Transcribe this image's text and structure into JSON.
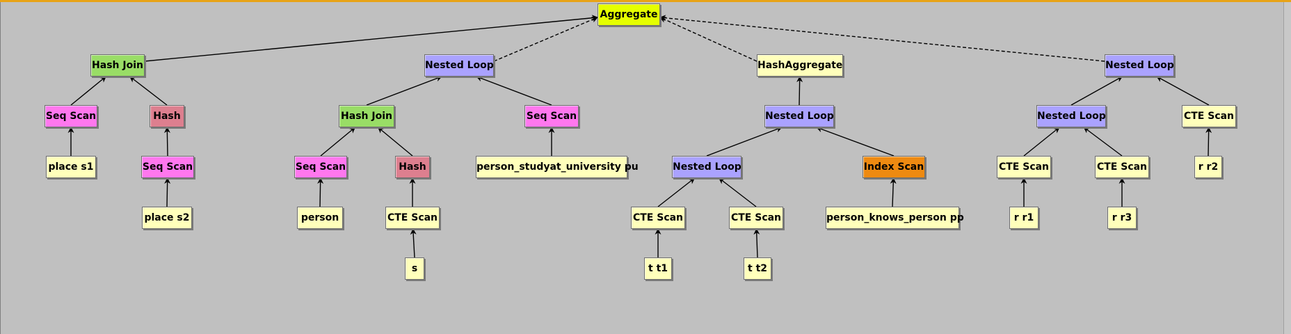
{
  "colors": {
    "aggregate": "#e5ff00",
    "hash_join": "#99dd66",
    "nested_loop": "#aaa2ff",
    "seq_scan": "#ff77ee",
    "hash": "#dd7f8f",
    "index_scan": "#ee8a11",
    "leaf": "#ffffbb",
    "hash_aggregate": "#ffffbb",
    "cte_scan": "#ffffbb"
  },
  "nodes": [
    {
      "id": "aggregate",
      "label": "Aggregate",
      "kind": "aggregate"
    },
    {
      "id": "hash-join-1",
      "label": "Hash Join",
      "kind": "hash_join"
    },
    {
      "id": "seq-scan-1",
      "label": "Seq Scan",
      "kind": "seq_scan"
    },
    {
      "id": "hash-1",
      "label": "Hash",
      "kind": "hash"
    },
    {
      "id": "place-s1",
      "label": "place s1",
      "kind": "leaf"
    },
    {
      "id": "seq-scan-2",
      "label": "Seq Scan",
      "kind": "seq_scan"
    },
    {
      "id": "place-s2",
      "label": "place s2",
      "kind": "leaf"
    },
    {
      "id": "nested-loop-1",
      "label": "Nested Loop",
      "kind": "nested_loop"
    },
    {
      "id": "hash-join-2",
      "label": "Hash Join",
      "kind": "hash_join"
    },
    {
      "id": "seq-scan-3",
      "label": "Seq Scan",
      "kind": "seq_scan"
    },
    {
      "id": "person",
      "label": "person",
      "kind": "leaf"
    },
    {
      "id": "hash-2",
      "label": "Hash",
      "kind": "hash"
    },
    {
      "id": "cte-scan-1",
      "label": "CTE Scan",
      "kind": "cte_scan"
    },
    {
      "id": "s",
      "label": "s",
      "kind": "leaf"
    },
    {
      "id": "seq-scan-4",
      "label": "Seq Scan",
      "kind": "seq_scan"
    },
    {
      "id": "person-studyat-university-pu",
      "label": "person_studyat_university pu",
      "kind": "leaf"
    },
    {
      "id": "hash-aggregate",
      "label": "HashAggregate",
      "kind": "hash_aggregate"
    },
    {
      "id": "nested-loop-2",
      "label": "Nested Loop",
      "kind": "nested_loop"
    },
    {
      "id": "nested-loop-3",
      "label": "Nested Loop",
      "kind": "nested_loop"
    },
    {
      "id": "cte-scan-2",
      "label": "CTE Scan",
      "kind": "cte_scan"
    },
    {
      "id": "t-t1",
      "label": "t t1",
      "kind": "leaf"
    },
    {
      "id": "cte-scan-3",
      "label": "CTE Scan",
      "kind": "cte_scan"
    },
    {
      "id": "t-t2",
      "label": "t t2",
      "kind": "leaf"
    },
    {
      "id": "index-scan",
      "label": "Index Scan",
      "kind": "index_scan"
    },
    {
      "id": "person-knows-person-pp",
      "label": "person_knows_person pp",
      "kind": "leaf"
    },
    {
      "id": "nested-loop-4",
      "label": "Nested Loop",
      "kind": "nested_loop"
    },
    {
      "id": "nested-loop-5",
      "label": "Nested Loop",
      "kind": "nested_loop"
    },
    {
      "id": "cte-scan-4",
      "label": "CTE Scan",
      "kind": "cte_scan"
    },
    {
      "id": "r-r1",
      "label": "r r1",
      "kind": "leaf"
    },
    {
      "id": "cte-scan-5",
      "label": "CTE Scan",
      "kind": "cte_scan"
    },
    {
      "id": "r-r3",
      "label": "r r3",
      "kind": "leaf"
    },
    {
      "id": "cte-scan-6",
      "label": "CTE Scan",
      "kind": "cte_scan"
    },
    {
      "id": "r-r2",
      "label": "r r2",
      "kind": "leaf"
    }
  ],
  "edges": [
    {
      "from": "hash-join-1",
      "to": "aggregate",
      "dashed": false
    },
    {
      "from": "nested-loop-1",
      "to": "aggregate",
      "dashed": true
    },
    {
      "from": "hash-aggregate",
      "to": "aggregate",
      "dashed": true
    },
    {
      "from": "nested-loop-4",
      "to": "aggregate",
      "dashed": true
    },
    {
      "from": "seq-scan-1",
      "to": "hash-join-1",
      "dashed": false
    },
    {
      "from": "hash-1",
      "to": "hash-join-1",
      "dashed": false
    },
    {
      "from": "place-s1",
      "to": "seq-scan-1",
      "dashed": false
    },
    {
      "from": "seq-scan-2",
      "to": "hash-1",
      "dashed": false
    },
    {
      "from": "place-s2",
      "to": "seq-scan-2",
      "dashed": false
    },
    {
      "from": "hash-join-2",
      "to": "nested-loop-1",
      "dashed": false
    },
    {
      "from": "seq-scan-4",
      "to": "nested-loop-1",
      "dashed": false
    },
    {
      "from": "seq-scan-3",
      "to": "hash-join-2",
      "dashed": false
    },
    {
      "from": "hash-2",
      "to": "hash-join-2",
      "dashed": false
    },
    {
      "from": "person",
      "to": "seq-scan-3",
      "dashed": false
    },
    {
      "from": "cte-scan-1",
      "to": "hash-2",
      "dashed": false
    },
    {
      "from": "s",
      "to": "cte-scan-1",
      "dashed": false
    },
    {
      "from": "person-studyat-university-pu",
      "to": "seq-scan-4",
      "dashed": false
    },
    {
      "from": "nested-loop-2",
      "to": "hash-aggregate",
      "dashed": false
    },
    {
      "from": "nested-loop-3",
      "to": "nested-loop-2",
      "dashed": false
    },
    {
      "from": "index-scan",
      "to": "nested-loop-2",
      "dashed": false
    },
    {
      "from": "cte-scan-2",
      "to": "nested-loop-3",
      "dashed": false
    },
    {
      "from": "cte-scan-3",
      "to": "nested-loop-3",
      "dashed": false
    },
    {
      "from": "t-t1",
      "to": "cte-scan-2",
      "dashed": false
    },
    {
      "from": "t-t2",
      "to": "cte-scan-3",
      "dashed": false
    },
    {
      "from": "person-knows-person-pp",
      "to": "index-scan",
      "dashed": false
    },
    {
      "from": "nested-loop-5",
      "to": "nested-loop-4",
      "dashed": false
    },
    {
      "from": "cte-scan-6",
      "to": "nested-loop-4",
      "dashed": false
    },
    {
      "from": "cte-scan-4",
      "to": "nested-loop-5",
      "dashed": false
    },
    {
      "from": "cte-scan-5",
      "to": "nested-loop-5",
      "dashed": false
    },
    {
      "from": "r-r1",
      "to": "cte-scan-4",
      "dashed": false
    },
    {
      "from": "r-r3",
      "to": "cte-scan-5",
      "dashed": false
    },
    {
      "from": "r-r2",
      "to": "cte-scan-6",
      "dashed": false
    }
  ]
}
